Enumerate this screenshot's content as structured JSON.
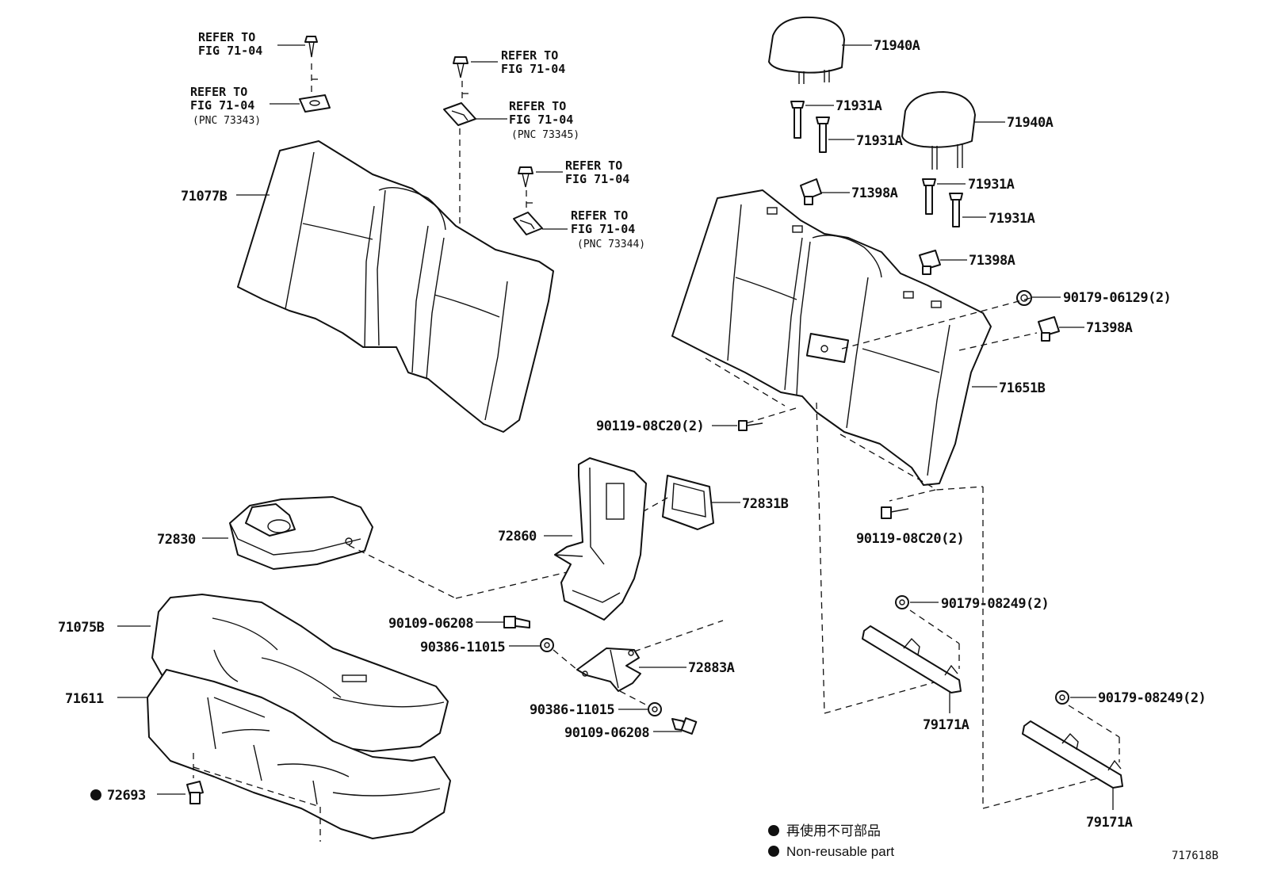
{
  "diagram": {
    "refer_to_fig": [
      "REFER TO",
      "FIG 71-04"
    ],
    "pnc_notes": [
      "(PNC 73343)",
      "(PNC 73345)",
      "(PNC 73344)"
    ],
    "part_numbers": {
      "headrest": "71940A",
      "headrest_support": "71931A",
      "lock_knob": "71398A",
      "seatback_cover_left": "71077B",
      "seatback_frame_right": "71651B",
      "armrest": "72830",
      "armrest_hinge_cover": "72860",
      "armrest_bezel": "72831B",
      "armrest_bracket": "72883A",
      "cushion_cover": "71075B",
      "cushion_pad": "71611",
      "clip": "72693",
      "bolt_1": "90119-08C20(2)",
      "nut_1": "90179-06129(2)",
      "nut_2": "90179-08249(2)",
      "bolt_2": "90109-06208",
      "nut_3": "90386-11015",
      "hook": "79171A"
    },
    "legend": {
      "marker": "●",
      "text_jp": "再使用不可部品",
      "text_en": "Non-reusable part"
    },
    "figure_code": "717618B"
  }
}
